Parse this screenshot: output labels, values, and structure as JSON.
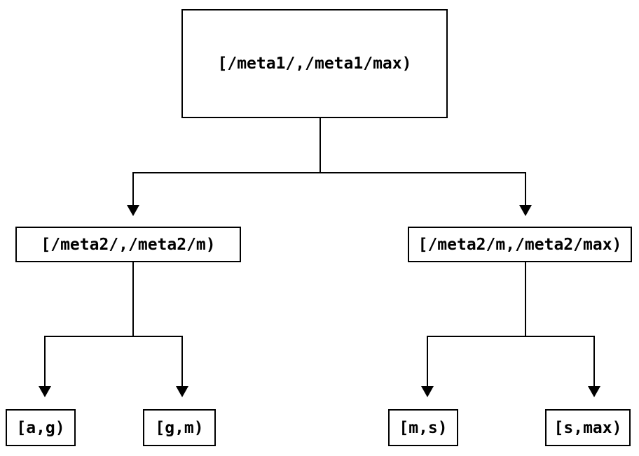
{
  "diagram": {
    "type": "tree",
    "colors": {
      "stroke": "#000000",
      "node_fill": "#ffffff",
      "background": "#ffffff",
      "text": "#000000"
    },
    "nodes": {
      "root": {
        "label": "[/meta1/,/meta1/max)"
      },
      "left_mid": {
        "label": "[/meta2/,/meta2/m)"
      },
      "right_mid": {
        "label": "[/meta2/m,/meta2/max)"
      },
      "leaf_ag": {
        "label": "[a,g)"
      },
      "leaf_gm": {
        "label": "[g,m)"
      },
      "leaf_ms": {
        "label": "[m,s)"
      },
      "leaf_smax": {
        "label": "[s,max)"
      }
    },
    "edges": [
      {
        "from": "root",
        "to": "left_mid"
      },
      {
        "from": "root",
        "to": "right_mid"
      },
      {
        "from": "left_mid",
        "to": "leaf_ag"
      },
      {
        "from": "left_mid",
        "to": "leaf_gm"
      },
      {
        "from": "right_mid",
        "to": "leaf_ms"
      },
      {
        "from": "right_mid",
        "to": "leaf_smax"
      }
    ]
  }
}
